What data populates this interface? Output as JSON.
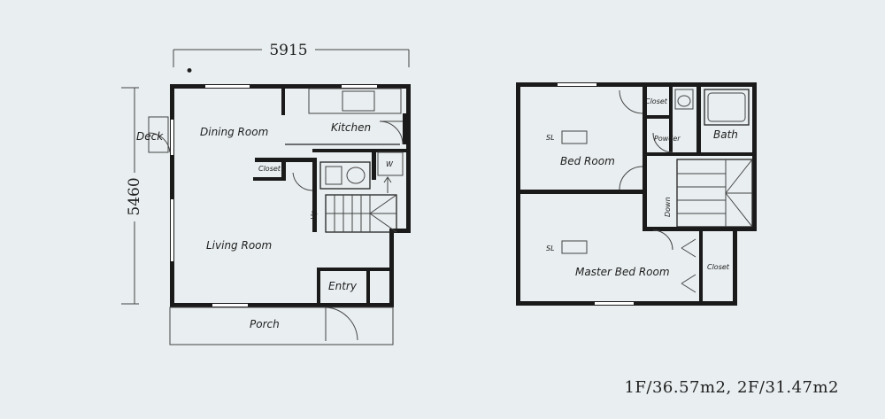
{
  "dimensions": {
    "width": "5915",
    "height": "5460"
  },
  "first_floor": {
    "rooms": {
      "deck": "Deck",
      "dining": "Dining Room",
      "kitchen": "Kitchen",
      "closet": "Closet",
      "washer": "W",
      "up": "Up",
      "living": "Living Room",
      "entry": "Entry",
      "porch": "Porch"
    }
  },
  "second_floor": {
    "rooms": {
      "closet_top": "Closet",
      "powder": "Powder",
      "bath": "Bath",
      "bedroom": "Bed Room",
      "sl_1": "SL",
      "down": "Down",
      "master": "Master Bed Room",
      "sl_2": "SL",
      "closet_side": "Closet"
    }
  },
  "summary": "1F/36.57m2, 2F/31.47m2"
}
